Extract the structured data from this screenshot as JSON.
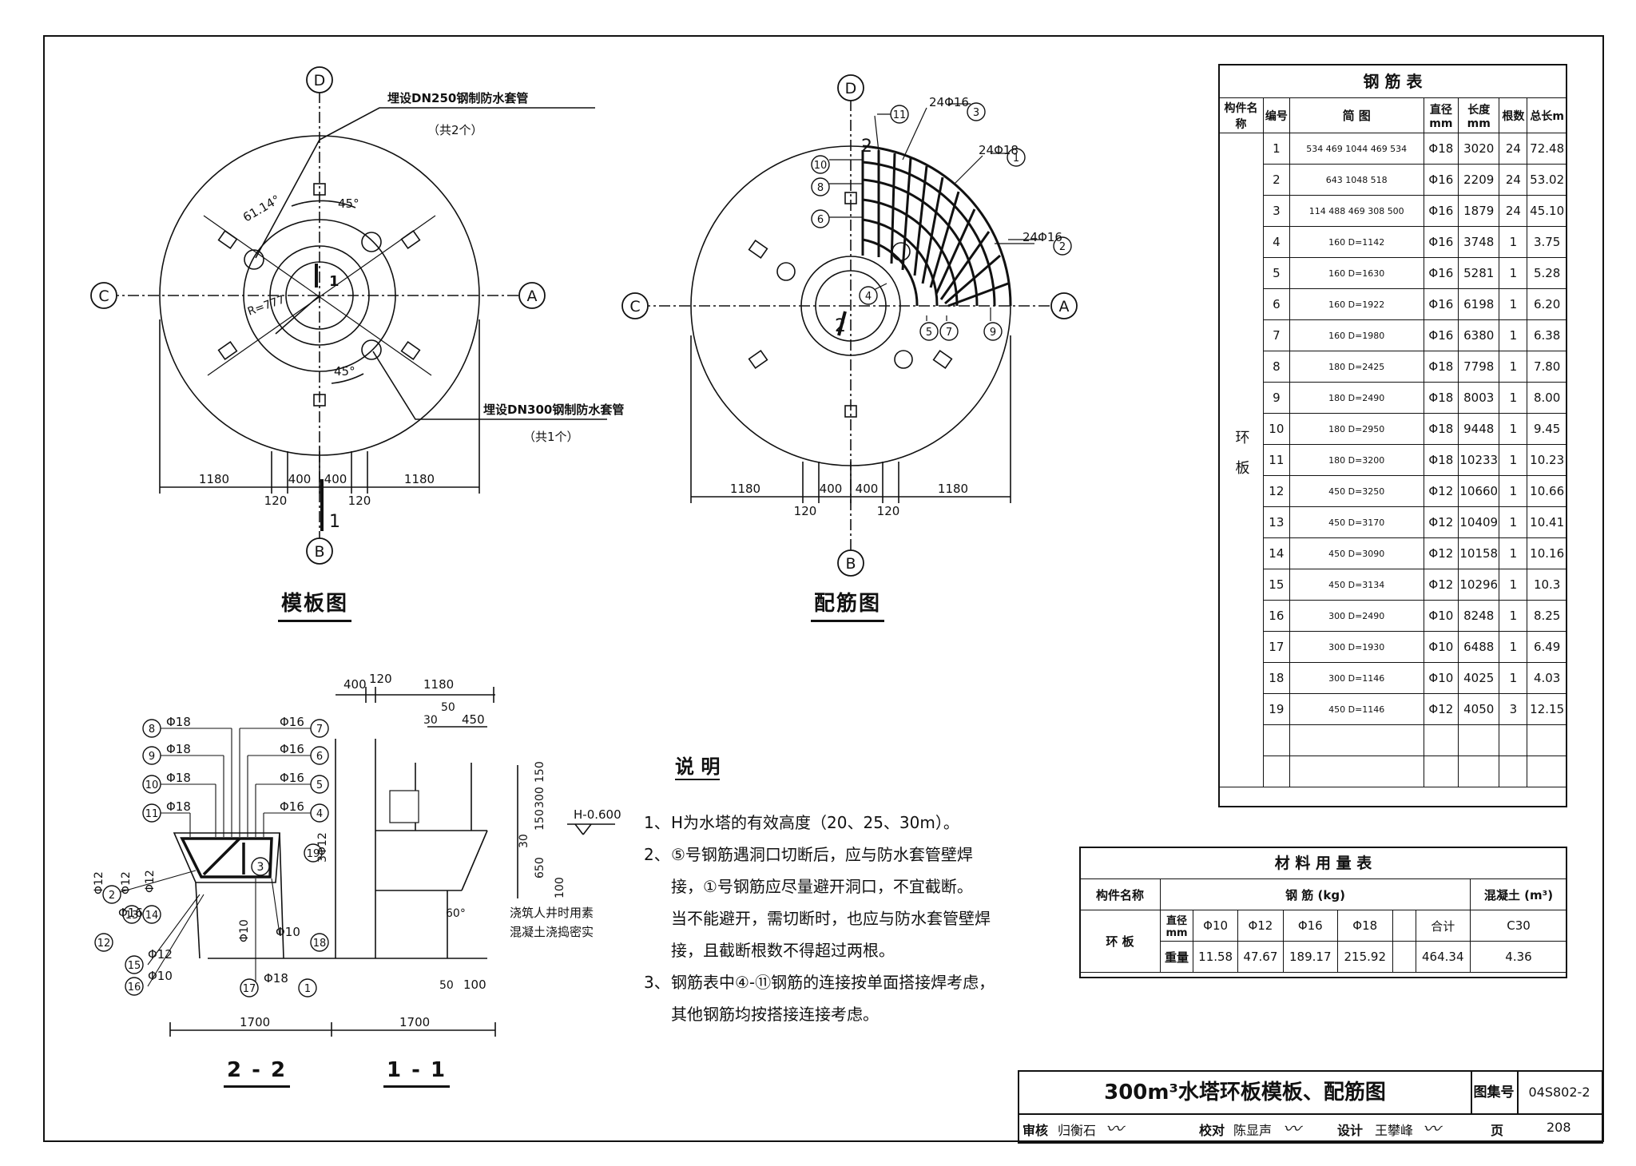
{
  "drawing": {
    "title": "300m³水塔环板模板、配筋图",
    "atlas_label": "图集号",
    "atlas_no": "04S802-2",
    "page_label": "页",
    "page_no": "208",
    "review_label": "审核",
    "reviewer": "归衡石",
    "check_label": "校对",
    "checker": "陈显声",
    "design_label": "设计",
    "designer": "王攀峰"
  },
  "formwork_plan": {
    "caption": "模板图",
    "axis_top": "D",
    "axis_bottom": "B",
    "axis_left": "C",
    "axis_right": "A",
    "sleeve_note_1": "埋设DN250钢制防水套管",
    "sleeve_note_1_count": "（共2个）",
    "sleeve_note_2": "埋设DN300钢制防水套管",
    "sleeve_note_2_count": "（共1个）",
    "angle_1": "61.14°",
    "angle_2": "45°",
    "angle_3": "45°",
    "radius": "R=777",
    "section_mark_top": "1",
    "section_mark_bottom": "1",
    "dims_top": [
      "1180",
      "400",
      "400",
      "1180"
    ],
    "dims_bottom": [
      "120",
      "120"
    ]
  },
  "rebar_plan": {
    "caption": "配筋图",
    "axis_top": "D",
    "axis_bottom": "B",
    "axis_left": "C",
    "axis_right": "A",
    "bar_3_label": "24Φ16",
    "bar_1_label": "24Φ18",
    "bar_2_label": "24Φ16",
    "marks": [
      "11",
      "3",
      "1",
      "2",
      "10",
      "8",
      "6",
      "4",
      "5",
      "7",
      "9"
    ],
    "section_mark_top": "2",
    "section_mark_bottom": "2",
    "dims_top": [
      "1180",
      "400",
      "400",
      "1180"
    ],
    "dims_bottom": [
      "120",
      "120"
    ]
  },
  "sections": {
    "caption_22": "2 - 2",
    "caption_11": "1 - 1",
    "left_labels": [
      {
        "mark": "8",
        "dia": "Φ18"
      },
      {
        "mark": "9",
        "dia": "Φ18"
      },
      {
        "mark": "10",
        "dia": "Φ18"
      },
      {
        "mark": "11",
        "dia": "Φ18"
      }
    ],
    "right_labels": [
      {
        "mark": "7",
        "dia": "Φ16"
      },
      {
        "mark": "6",
        "dia": "Φ16"
      },
      {
        "mark": "5",
        "dia": "Φ16"
      },
      {
        "mark": "4",
        "dia": "Φ16"
      }
    ],
    "vertical_labels": [
      {
        "mark": "12",
        "dia": "Φ12"
      },
      {
        "mark": "13",
        "dia": "Φ12"
      },
      {
        "mark": "14",
        "dia": "Φ12"
      }
    ],
    "bottom_labels": [
      {
        "mark": "2",
        "dia": "Φ16"
      },
      {
        "mark": "15",
        "dia": "Φ12"
      },
      {
        "mark": "16",
        "dia": "Φ10"
      },
      {
        "mark": "17",
        "dia": "Φ18"
      },
      {
        "mark": "1",
        "dia": ""
      },
      {
        "mark": "18",
        "dia": "Φ10"
      }
    ],
    "mark_3": "3",
    "mark_19": "19",
    "label_19": "3Φ12",
    "label_phi10": "Φ10",
    "label_phi10b": "Φ10",
    "dims_top": [
      "400",
      "120",
      "1180",
      "30",
      "50",
      "450"
    ],
    "dims_right": [
      "150",
      "300",
      "150",
      "30",
      "650",
      "100"
    ],
    "dims_bottom": [
      "1700",
      "1700",
      "50",
      "100"
    ],
    "elevation": "H-0.600",
    "angle": "60°",
    "concrete_note_1": "浇筑人井时用素",
    "concrete_note_2": "混凝土浇捣密实"
  },
  "notes": {
    "heading": "说  明",
    "items": [
      {
        "num": "1、",
        "lines": [
          "H为水塔的有效高度（20、25、30m）。"
        ]
      },
      {
        "num": "2、",
        "lines": [
          "⑤号钢筋遇洞口切断后，应与防水套管壁焊",
          "接，①号钢筋应尽量避开洞口，不宜截断。",
          "当不能避开，需切断时，也应与防水套管壁焊",
          "接，且截断根数不得超过两根。"
        ]
      },
      {
        "num": "3、",
        "lines": [
          "钢筋表中④-⑪钢筋的连接按单面搭接焊考虑，",
          "其他钢筋均按搭接连接考虑。"
        ]
      }
    ]
  },
  "rebar_table": {
    "title": "钢    筋    表",
    "headers": [
      "构件名称",
      "编号",
      "简    图",
      "直径mm",
      "长度mm",
      "根数",
      "总长m"
    ],
    "component": "环板",
    "rows": [
      {
        "no": "1",
        "shape": "534 469 1044 469 534",
        "dia": "Φ18",
        "len": "3020",
        "count": "24",
        "total": "72.48"
      },
      {
        "no": "2",
        "shape": "643 1048 518",
        "dia": "Φ16",
        "len": "2209",
        "count": "24",
        "total": "53.02"
      },
      {
        "no": "3",
        "shape": "114 488 469 308 500",
        "dia": "Φ16",
        "len": "1879",
        "count": "24",
        "total": "45.10"
      },
      {
        "no": "4",
        "shape": "160 D=1142",
        "dia": "Φ16",
        "len": "3748",
        "count": "1",
        "total": "3.75"
      },
      {
        "no": "5",
        "shape": "160 D=1630",
        "dia": "Φ16",
        "len": "5281",
        "count": "1",
        "total": "5.28"
      },
      {
        "no": "6",
        "shape": "160 D=1922",
        "dia": "Φ16",
        "len": "6198",
        "count": "1",
        "total": "6.20"
      },
      {
        "no": "7",
        "shape": "160 D=1980",
        "dia": "Φ16",
        "len": "6380",
        "count": "1",
        "total": "6.38"
      },
      {
        "no": "8",
        "shape": "180 D=2425",
        "dia": "Φ18",
        "len": "7798",
        "count": "1",
        "total": "7.80"
      },
      {
        "no": "9",
        "shape": "180 D=2490",
        "dia": "Φ18",
        "len": "8003",
        "count": "1",
        "total": "8.00"
      },
      {
        "no": "10",
        "shape": "180 D=2950",
        "dia": "Φ18",
        "len": "9448",
        "count": "1",
        "total": "9.45"
      },
      {
        "no": "11",
        "shape": "180 D=3200",
        "dia": "Φ18",
        "len": "10233",
        "count": "1",
        "total": "10.23"
      },
      {
        "no": "12",
        "shape": "450 D=3250",
        "dia": "Φ12",
        "len": "10660",
        "count": "1",
        "total": "10.66"
      },
      {
        "no": "13",
        "shape": "450 D=3170",
        "dia": "Φ12",
        "len": "10409",
        "count": "1",
        "total": "10.41"
      },
      {
        "no": "14",
        "shape": "450 D=3090",
        "dia": "Φ12",
        "len": "10158",
        "count": "1",
        "total": "10.16"
      },
      {
        "no": "15",
        "shape": "450 D=3134",
        "dia": "Φ12",
        "len": "10296",
        "count": "1",
        "total": "10.3"
      },
      {
        "no": "16",
        "shape": "300 D=2490",
        "dia": "Φ10",
        "len": "8248",
        "count": "1",
        "total": "8.25"
      },
      {
        "no": "17",
        "shape": "300 D=1930",
        "dia": "Φ10",
        "len": "6488",
        "count": "1",
        "total": "6.49"
      },
      {
        "no": "18",
        "shape": "300 D=1146",
        "dia": "Φ10",
        "len": "4025",
        "count": "1",
        "total": "4.03"
      },
      {
        "no": "19",
        "shape": "450 D=1146",
        "dia": "Φ12",
        "len": "4050",
        "count": "3",
        "total": "12.15"
      }
    ]
  },
  "material_table": {
    "title": "材 料 用 量 表",
    "col_component": "构件名称",
    "col_steel": "钢    筋  (kg)",
    "col_concrete": "混凝土 (m³)",
    "component": "环  板",
    "dia_label": "直径mm",
    "weight_label": "重量",
    "diameters": [
      "Φ10",
      "Φ12",
      "Φ16",
      "Φ18"
    ],
    "weights": [
      "11.58",
      "47.67",
      "189.17",
      "215.92"
    ],
    "total_label": "合计",
    "total": "464.34",
    "concrete_grade": "C30",
    "concrete_volume": "4.36"
  }
}
